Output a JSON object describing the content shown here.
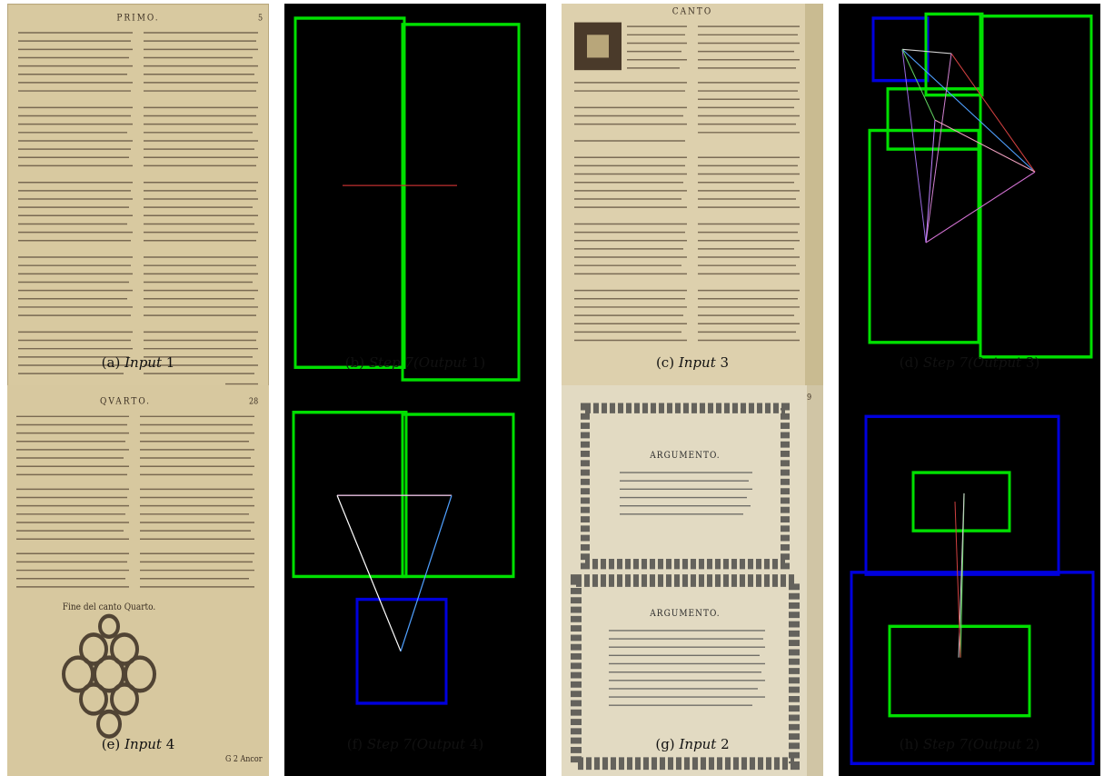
{
  "figure": {
    "captions": {
      "a": {
        "letter": "(a)",
        "main": "Input",
        "tail": " 1"
      },
      "b": {
        "letter": "(b)",
        "main": "Step 7(Output",
        "tail": " 1)"
      },
      "c": {
        "letter": "(c)",
        "main": "Input",
        "tail": " 3"
      },
      "d": {
        "letter": "(d)",
        "main": "Step 7(Output",
        "tail": " 3)"
      },
      "e": {
        "letter": "(e)",
        "main": "Input",
        "tail": " 4"
      },
      "f": {
        "letter": "(f)",
        "main": "Step 7(Output",
        "tail": " 4)"
      },
      "g": {
        "letter": "(g)",
        "main": "Input",
        "tail": " 2"
      },
      "h": {
        "letter": "(h)",
        "main": "Step 7(Output",
        "tail": " 2)"
      }
    },
    "page_text": {
      "a_header": "PRIMO.",
      "a_page": "5",
      "c_header": "CANTO",
      "e_header": "QVARTO.",
      "e_page": "28",
      "e_end": "Fine del canto Quarto.",
      "e_foot": "G  2   Ancor",
      "g_page": "9",
      "g_arg1": "ARGUMENTO.",
      "g_arg2": "ARGUMENTO."
    },
    "colors": {
      "paper": "#d8c9a0",
      "ink": "#3a2e22",
      "green": "#00e000",
      "blue": "#0000dd",
      "black": "#000000"
    }
  }
}
